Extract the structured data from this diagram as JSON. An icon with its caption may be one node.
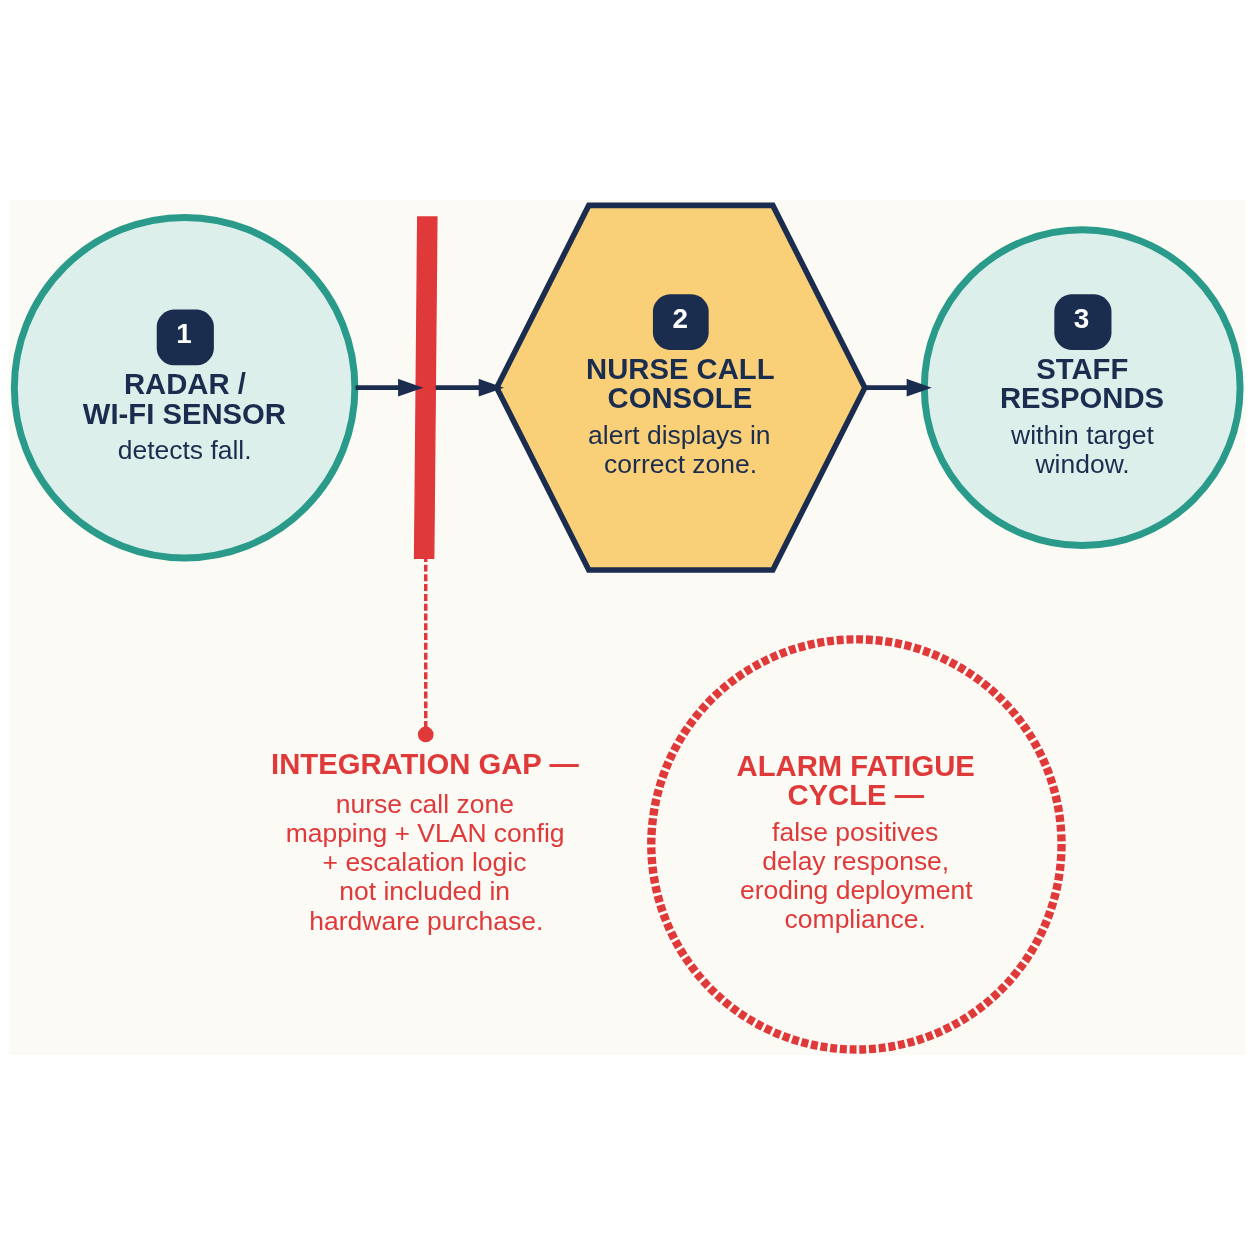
{
  "diagram": {
    "nodes": [
      {
        "text": [
          "1",
          "RADAR / WI-FI SENSOR",
          "detects fall."
        ]
      },
      {
        "text": [],
        "shape": "zigzag"
      },
      {
        "text": [
          "2",
          "NURSE CALL CONSOLE",
          "alert displays in correct zone."
        ]
      },
      {
        "text": [
          "3",
          "STAFF RESPONDS",
          "within target window."
        ]
      },
      {
        "text": [
          "INTEGRATION GAP —",
          "nurse call zone mapping + VLAN config + escalation logic not included in hardware purchase."
        ]
      },
      {
        "text": [
          "ALARM FATIGUE CYCLE —",
          "false positives delay response, eroding deployment compliance."
        ]
      }
    ],
    "edges": [
      {
        "from": 0,
        "to": 1,
        "arrow": "to"
      },
      {
        "from": 1,
        "to": 2,
        "arrow": "to"
      },
      {
        "from": 2,
        "to": 3,
        "arrow": "to"
      },
      {
        "from": 4,
        "to": 1,
        "arrow": "other",
        "style": "dashed",
        "color": "#e0393a"
      }
    ]
  }
}
